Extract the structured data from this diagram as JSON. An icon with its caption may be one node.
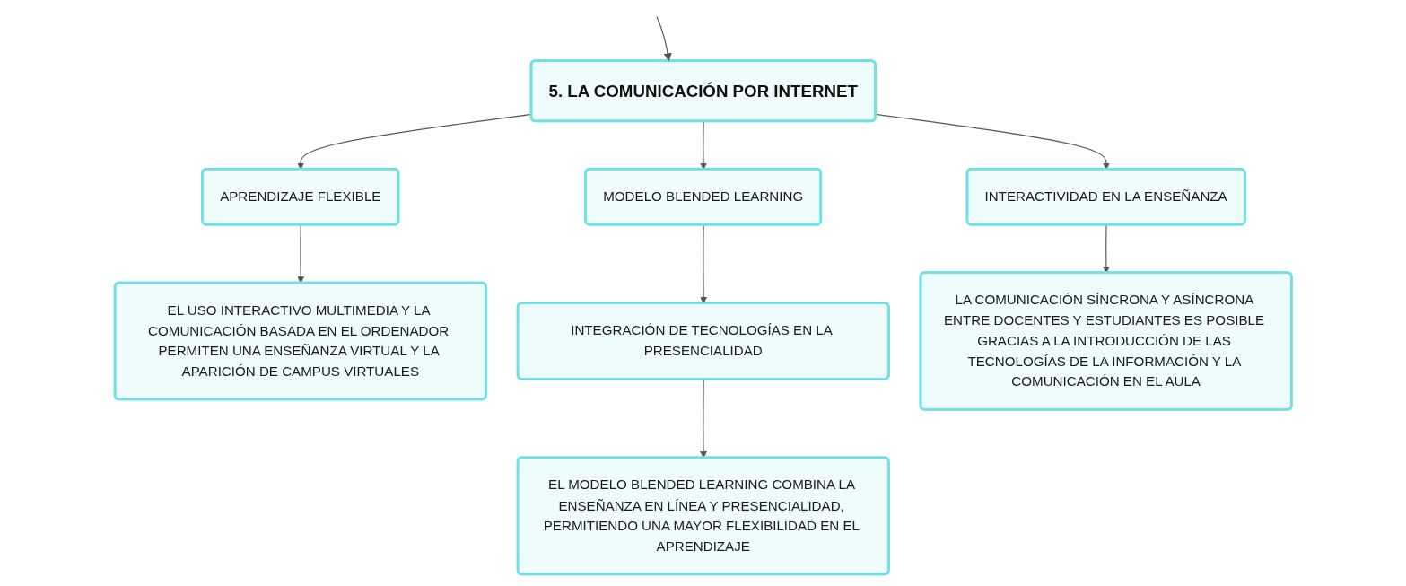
{
  "diagram": {
    "nodes": [
      {
        "text": [
          "5. LA COMUNICACIÓN POR INTERNET"
        ]
      },
      {
        "text": [
          "APRENDIZAJE FLEXIBLE"
        ]
      },
      {
        "text": [
          "MODELO BLENDED LEARNING"
        ]
      },
      {
        "text": [
          "INTERACTIVIDAD EN LA ENSEÑANZA"
        ]
      },
      {
        "text": [
          "EL USO INTERACTIVO MULTIMEDIA Y LA COMUNICACIÓN BASADA EN EL ORDENADOR PERMITEN UNA ENSEÑANZA VIRTUAL Y LA APARICIÓN DE CAMPUS VIRTUALES"
        ]
      },
      {
        "text": [
          "INTEGRACIÓN DE TECNOLOGÍAS EN LA PRESENCIALIDAD"
        ]
      },
      {
        "text": [
          "EL MODELO BLENDED LEARNING COMBINA LA ENSEÑANZA EN LÍNEA Y PRESENCIALIDAD, PERMITIENDO UNA MAYOR FLEXIBILIDAD EN EL APRENDIZAJE"
        ]
      },
      {
        "text": [
          "LA COMUNICACIÓN SÍNCRONA Y ASÍNCRONA ENTRE DOCENTES Y ESTUDIANTES ES POSIBLE GRACIAS A LA INTRODUCCIÓN DE LAS TECNOLOGÍAS DE LA INFORMACIÓN Y LA COMUNICACIÓN EN EL AULA"
        ]
      }
    ],
    "edges": [
      {
        "from": null,
        "to": 0,
        "arrow": "to"
      },
      {
        "from": 0,
        "to": 1,
        "arrow": "to"
      },
      {
        "from": 0,
        "to": 2,
        "arrow": "to"
      },
      {
        "from": 0,
        "to": 3,
        "arrow": "to"
      },
      {
        "from": 1,
        "to": 4,
        "arrow": "to"
      },
      {
        "from": 2,
        "to": 5,
        "arrow": "to"
      },
      {
        "from": 5,
        "to": 6,
        "arrow": "to"
      },
      {
        "from": 3,
        "to": 7,
        "arrow": "to"
      }
    ]
  }
}
